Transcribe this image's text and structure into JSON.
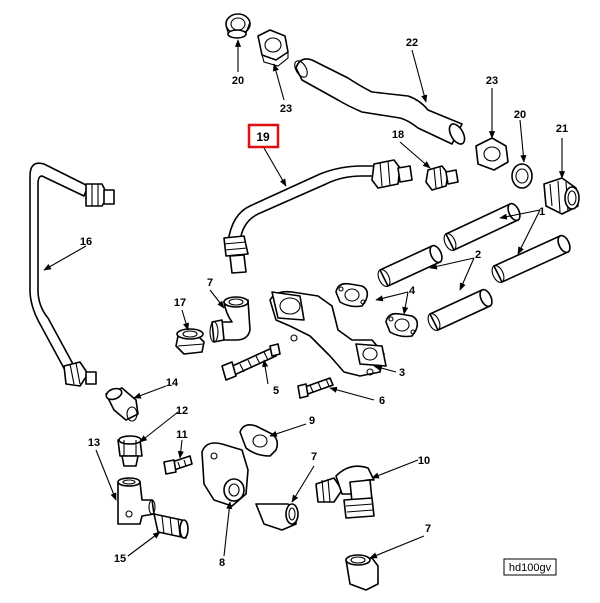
{
  "labels": {
    "p1": "1",
    "p2": "2",
    "p3": "3",
    "p4": "4",
    "p5": "5",
    "p6": "6",
    "p7a": "7",
    "p7b": "7",
    "p7c": "7",
    "p8": "8",
    "p9": "9",
    "p10": "10",
    "p11": "11",
    "p12": "12",
    "p13": "13",
    "p14": "14",
    "p15": "15",
    "p16": "16",
    "p17": "17",
    "p18": "18",
    "p19": "19",
    "p20a": "20",
    "p20b": "20",
    "p21": "21",
    "p22": "22",
    "p23a": "23",
    "p23b": "23"
  },
  "reference": "hd100gv",
  "highlight_color": "#e01010"
}
